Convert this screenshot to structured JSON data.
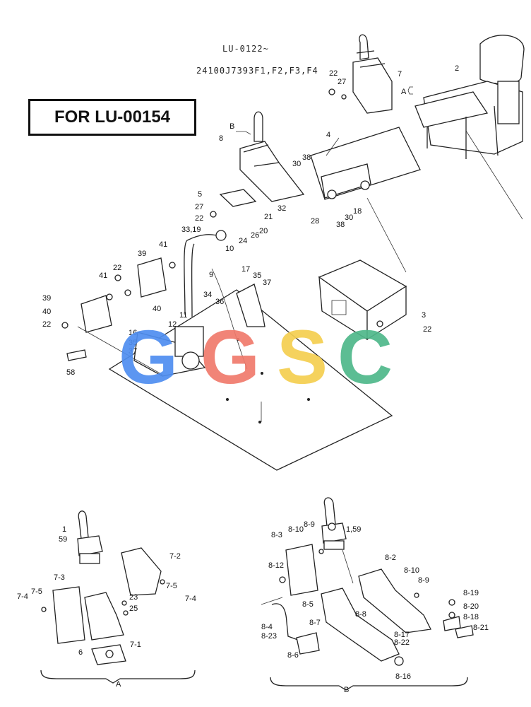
{
  "header": {
    "serial": "LU-0122~",
    "part_code": "24100J7393F1,F2,F3,F4",
    "for_label": "FOR LU-00154"
  },
  "watermark": {
    "letters": [
      "G",
      "G",
      "S",
      "C"
    ],
    "colors": [
      "#4f8ef0",
      "#f07a6c",
      "#f5cf50",
      "#4fb88a"
    ]
  },
  "labels": {
    "main": [
      "2",
      "7",
      "22",
      "27",
      "A",
      "B",
      "8",
      "4",
      "38",
      "30",
      "5",
      "21",
      "18",
      "27",
      "22",
      "32",
      "30",
      "28",
      "38",
      "33,19",
      "20",
      "26",
      "24",
      "10",
      "41",
      "39",
      "22",
      "41",
      "9",
      "17",
      "35",
      "37",
      "39",
      "34",
      "36",
      "40",
      "3",
      "22",
      "12",
      "40",
      "11",
      "22",
      "16",
      "35",
      "37",
      "58"
    ],
    "group_a": [
      "1",
      "59",
      "7-2",
      "7-3",
      "7-5",
      "7-4",
      "7-5",
      "7-4",
      "23",
      "25",
      "7-1",
      "6",
      "A"
    ],
    "group_b": [
      "8-9",
      "8-3",
      "8-10",
      "1,59",
      "8-2",
      "8-12",
      "8-10",
      "8-9",
      "8-5",
      "8-19",
      "8-8",
      "8-20",
      "8-7",
      "8-18",
      "8-4",
      "8-17",
      "8-21",
      "8-23",
      "8-22",
      "8-6",
      "8-16",
      "B"
    ]
  },
  "icons": [
    "joystick-icon",
    "seat-icon",
    "console-icon",
    "bolt-icon",
    "nut-icon",
    "lever-icon",
    "bracket-icon"
  ]
}
